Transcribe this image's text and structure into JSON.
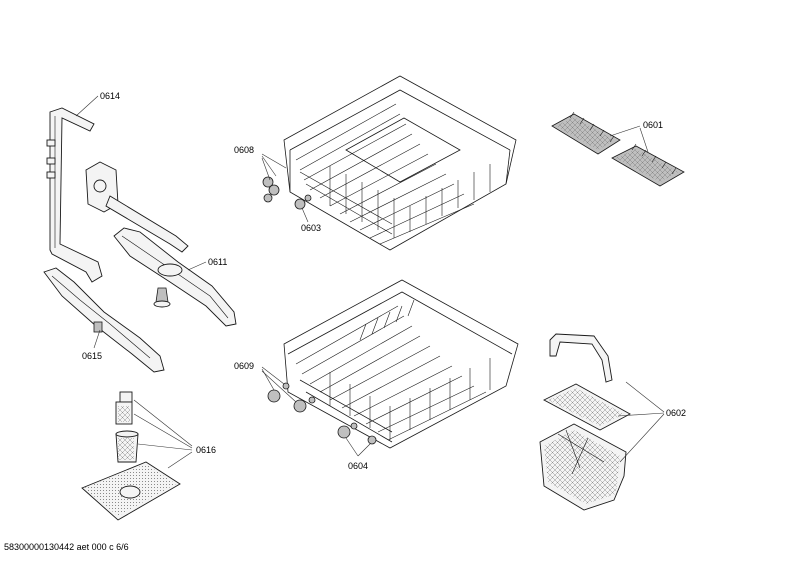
{
  "labels": {
    "p0614": "0614",
    "p0611": "0611",
    "p0615": "0615",
    "p0616": "0616",
    "p0608": "0608",
    "p0603": "0603",
    "p0609": "0609",
    "p0604": "0604",
    "p0601": "0601",
    "p0602": "0602"
  },
  "footer": "58300000130442 aet 000 c 6/6"
}
